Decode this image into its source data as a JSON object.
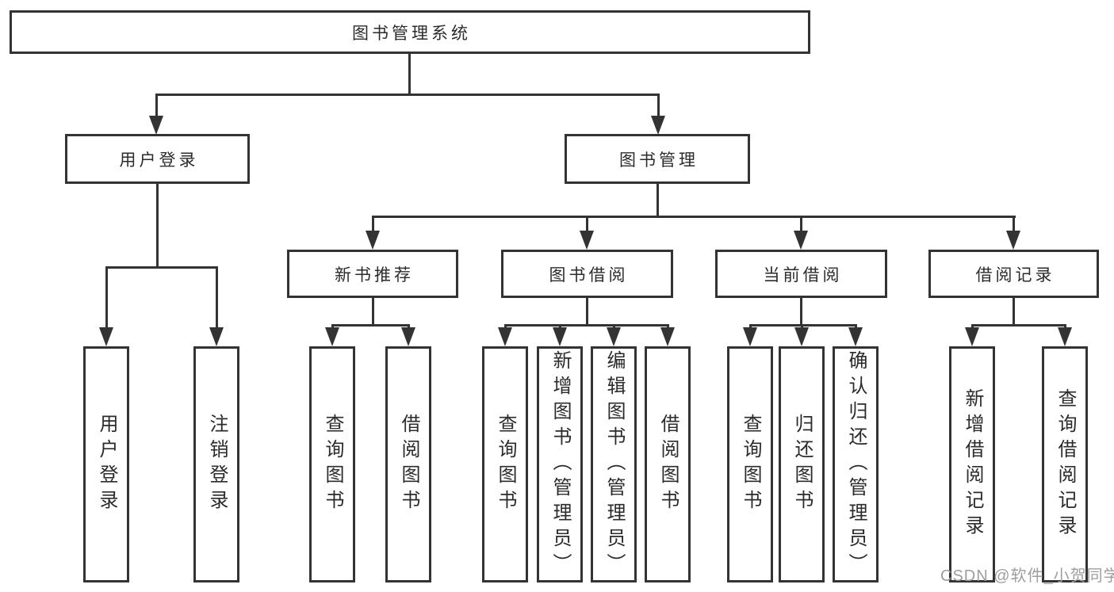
{
  "diagram": {
    "root": {
      "label": "图书管理系统"
    },
    "level2": [
      {
        "label": "用户登录"
      },
      {
        "label": "图书管理"
      }
    ],
    "level3": [
      {
        "label": "新书推荐"
      },
      {
        "label": "图书借阅"
      },
      {
        "label": "当前借阅"
      },
      {
        "label": "借阅记录"
      }
    ],
    "leaves": [
      {
        "label": "用户登录"
      },
      {
        "label": "注销登录"
      },
      {
        "label": "查询图书"
      },
      {
        "label": "借阅图书"
      },
      {
        "label": "查询图书"
      },
      {
        "label": "新增图书（管理员）"
      },
      {
        "label": "编辑图书（管理员）"
      },
      {
        "label": "借阅图书"
      },
      {
        "label": "查询图书"
      },
      {
        "label": "归还图书"
      },
      {
        "label": "确认归还（管理员）"
      },
      {
        "label": "新增借阅记录"
      },
      {
        "label": "查询借阅记录"
      }
    ],
    "colors": {
      "line": "#333333",
      "box_border": "#333333",
      "text": "#2b2b2b",
      "background": "#ffffff",
      "watermark": "#9e9e9e"
    }
  },
  "watermark": {
    "text": "CSDN @软件_小贺同学"
  }
}
